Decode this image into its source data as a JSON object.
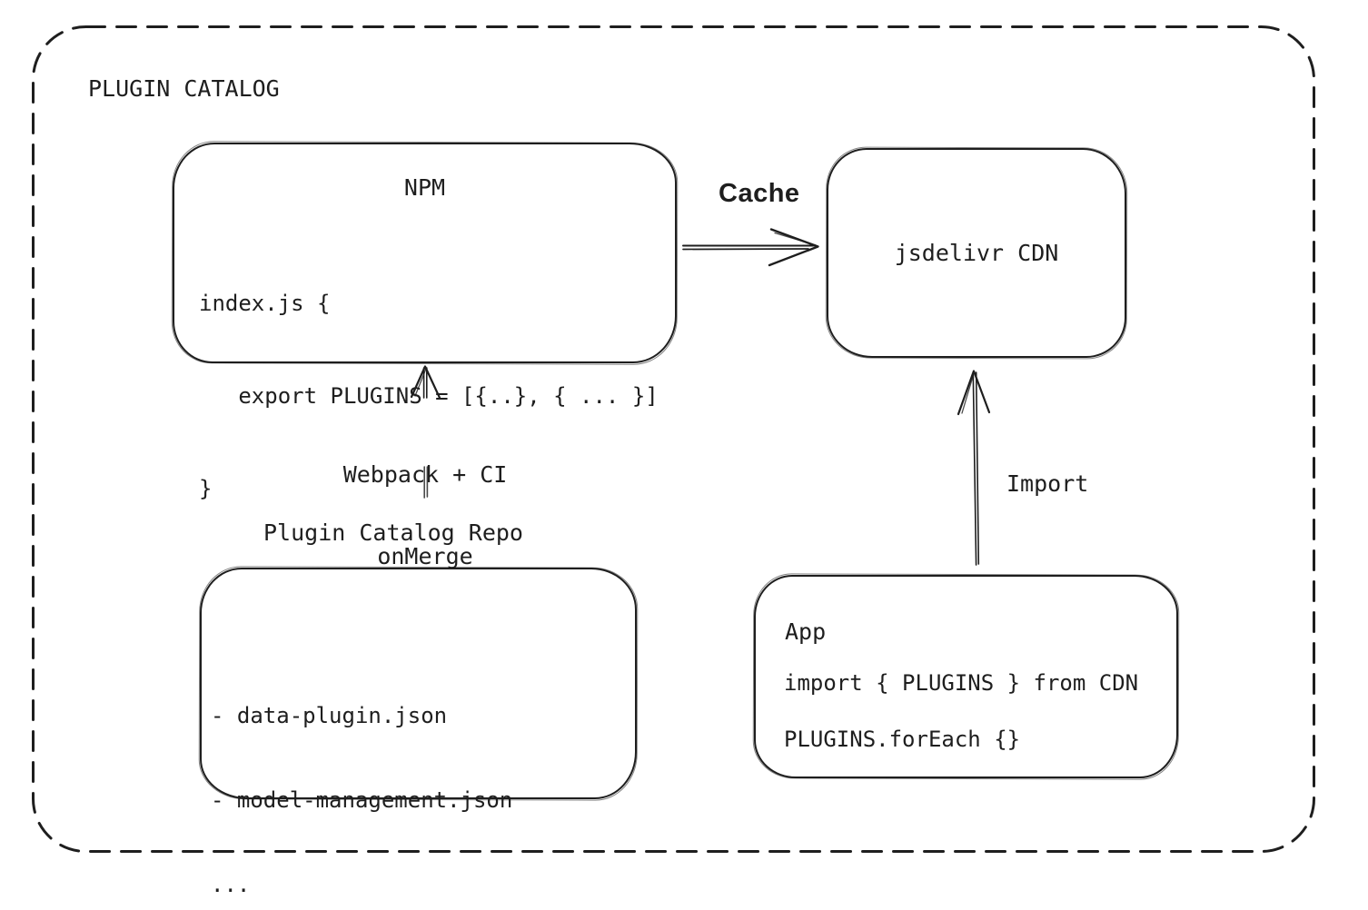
{
  "diagram": {
    "title": "PLUGIN CATALOG",
    "colors": {
      "stroke": "#1e1e1e",
      "background": "#ffffff"
    },
    "nodes": {
      "npm": {
        "title": "NPM",
        "code_lines": [
          "index.js {",
          "   export PLUGINS = [{..}, { ... }]",
          "}"
        ]
      },
      "cdn": {
        "label": "jsdelivr CDN"
      },
      "repo": {
        "label": "Plugin Catalog Repo",
        "files": [
          "- data-plugin.json",
          "- model-management.json",
          "..."
        ]
      },
      "app": {
        "title": "App",
        "code_lines": [
          "import { PLUGINS } from CDN",
          "PLUGINS.forEach {}"
        ]
      }
    },
    "edges": {
      "npm_to_cdn": {
        "label": "Cache"
      },
      "repo_to_npm": {
        "label_lines": [
          "Webpack + CI",
          "onMerge"
        ]
      },
      "app_to_cdn": {
        "label": "Import"
      }
    }
  }
}
